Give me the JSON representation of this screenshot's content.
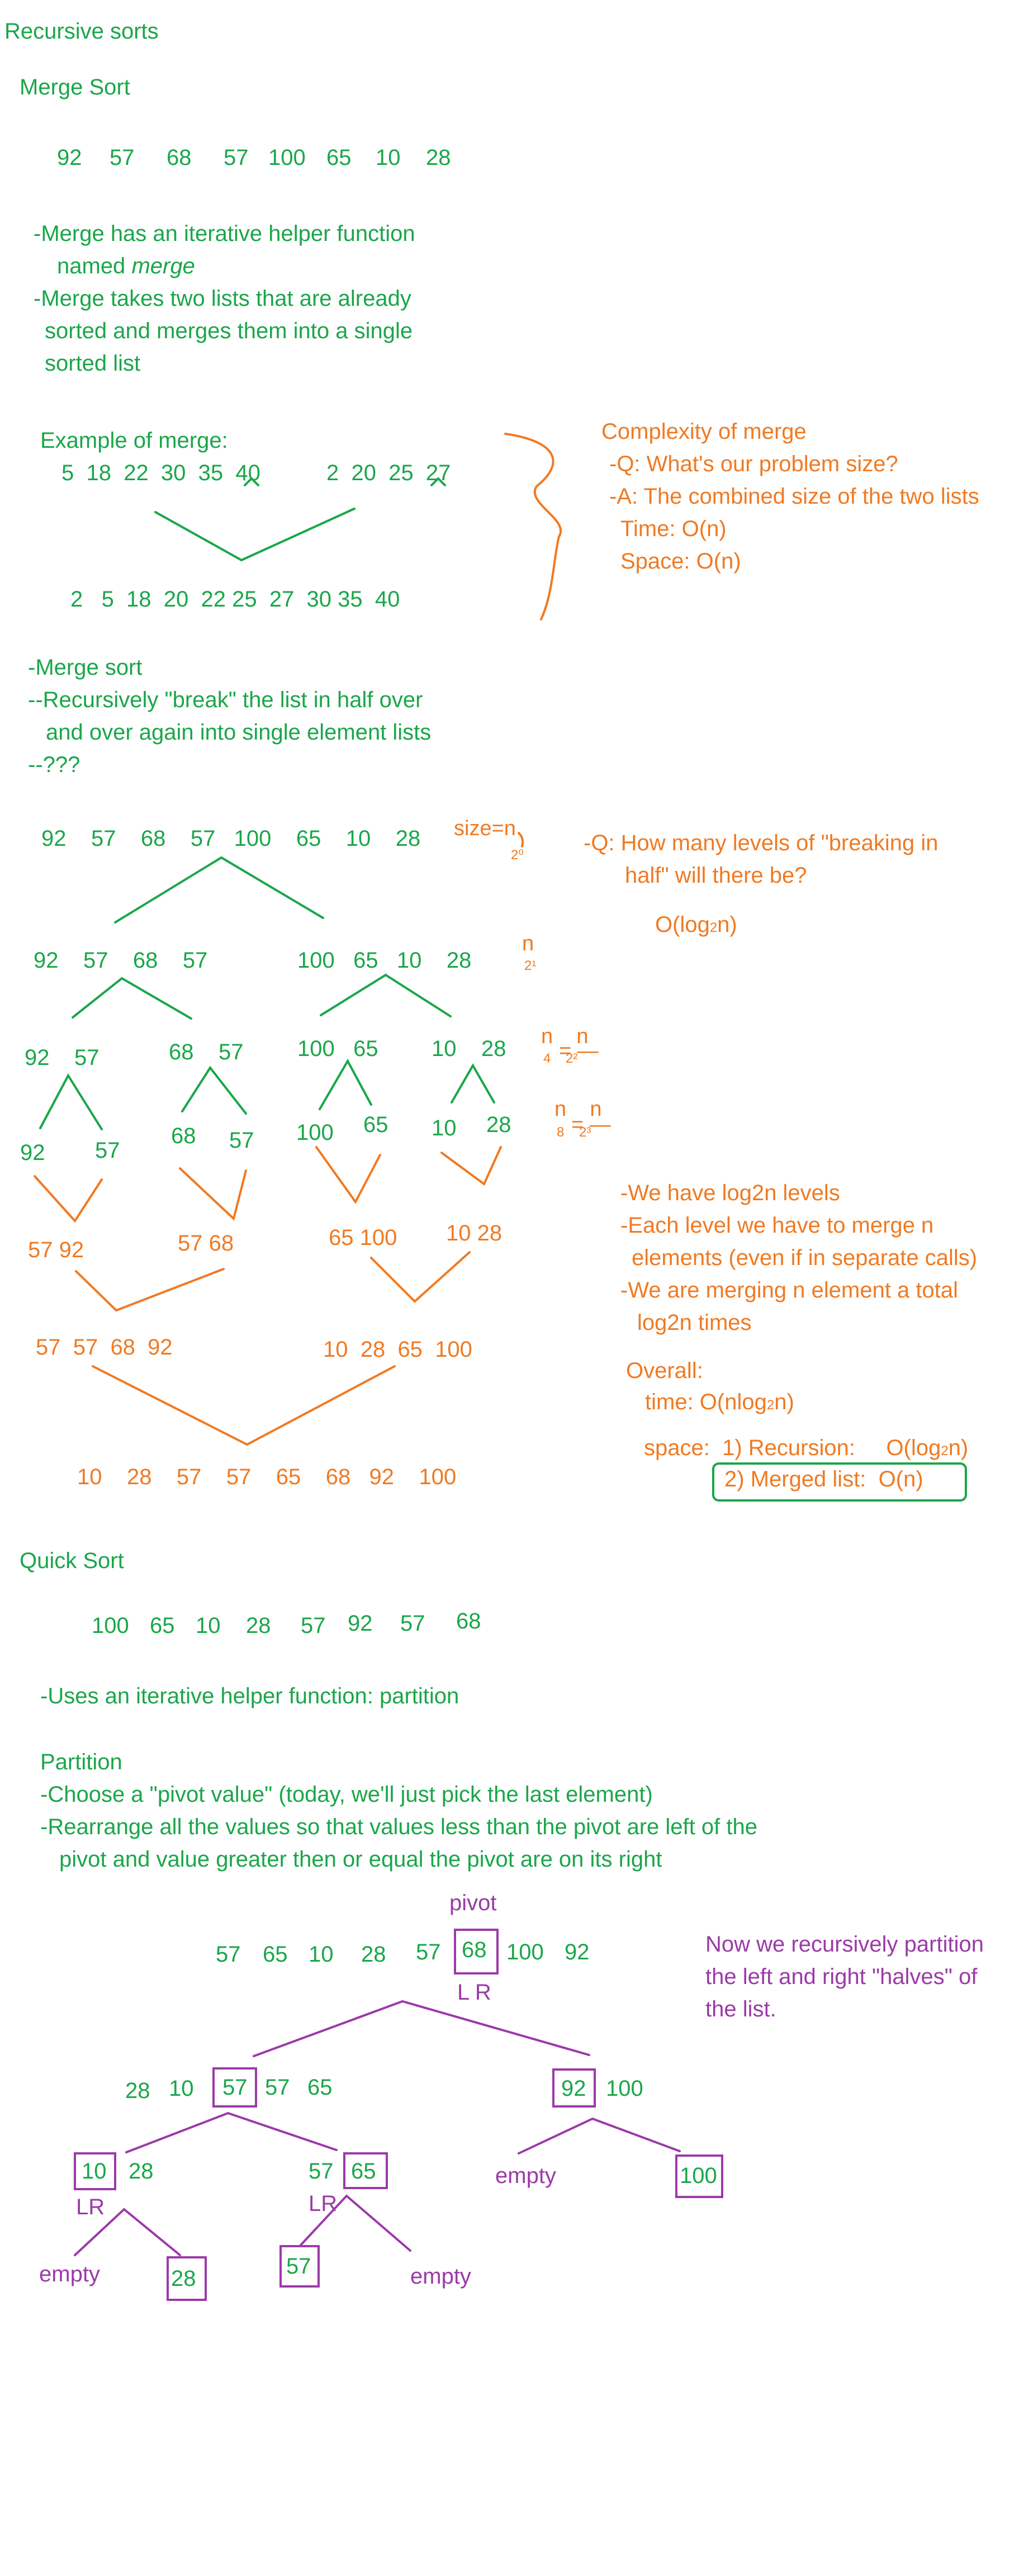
{
  "title": "Recursive sorts",
  "merge": {
    "heading": "Merge Sort",
    "array": [
      "92",
      "57",
      "68",
      "57",
      "100",
      "65",
      "10",
      "28"
    ],
    "notes": [
      "-Merge has an iterative helper function",
      "named",
      "merge",
      "-Merge takes two lists that are already",
      "sorted and merges them into a single",
      "sorted list"
    ],
    "example_title": "Example of merge:",
    "list_a": "5  18  22  30  35  40",
    "list_b": "2  20  25  27",
    "result": "2   5  18  20  22 25  27  30 35  40",
    "complexity": [
      "Complexity of merge",
      "-Q: What's our problem size?",
      "-A: The combined size of the two lists",
      "Time: O(n)",
      "Space: O(n)"
    ],
    "sort_notes": [
      "-Merge sort",
      "--Recursively \"break\" the list in half over",
      "and over again into single element lists",
      "--???"
    ],
    "tree": {
      "level0": "92    57    68    57   100    65    10    28",
      "size": "size=n",
      "size_den": "2⁰",
      "level1_left": "92    57    68    57",
      "level1_right": "100   65   10    28",
      "n2": "n",
      "n2den": "2¹",
      "level2": [
        "92    57",
        "68    57",
        "100   65",
        "10    28"
      ],
      "n4": "n    n",
      "n4b": "= —",
      "n4den": "4    2²",
      "level3": [
        "92",
        "57",
        "68",
        "57",
        "100",
        "65",
        "10",
        "28"
      ],
      "n8": "n    n",
      "n8b": "= —",
      "n8den": "8    2³",
      "merged2": [
        "57 92",
        "57 68",
        "65 100",
        "10 28"
      ],
      "merged4": [
        "57  57  68  92",
        "10  28  65  100"
      ],
      "merged8": "10    28    57    57    65    68   92    100"
    },
    "levels_q": [
      "-Q: How many levels of \"breaking in",
      "half\" will there be?"
    ],
    "levels_a": "O(log",
    "levels_a_sub": "2",
    "levels_a_end": "n)",
    "analysis": [
      "-We have log2n levels",
      "-Each level we have to merge n",
      "elements (even if in separate calls)",
      "-We are merging n element a total",
      "log2n times"
    ],
    "overall": "Overall:",
    "time": "time: O(nlog",
    "time_sub": "2",
    "time_end": "n)",
    "space": "space:  1) Recursion:     O(log",
    "space_sub": "2",
    "space_end": "n)",
    "merged_list": "2) Merged list:  O(n)"
  },
  "quick": {
    "heading": "Quick Sort",
    "array": [
      "100",
      "65",
      "10",
      "28",
      "57",
      "92",
      "57",
      "68"
    ],
    "helper": "-Uses an iterative helper function: partition",
    "partition_title": "Partition",
    "partition_notes": [
      "-Choose a \"pivot value\" (today, we'll just pick the last element)",
      "-Rearrange all the values so that values less than the pivot are left of the",
      "pivot and value greater then or equal the pivot are on its right"
    ],
    "pivot_label": "pivot",
    "row1": [
      "57",
      "65",
      "10",
      "28",
      "57"
    ],
    "pivot_value": "68",
    "row1_right": [
      "100",
      "92"
    ],
    "lr": "L R",
    "recurse_note": [
      "Now we recursively partition",
      "the left and right \"halves\" of",
      "the list."
    ],
    "left_part": [
      "28",
      "10"
    ],
    "left_pivot": "57",
    "left_rest": [
      "57",
      "65"
    ],
    "right_pivot": "92",
    "right_rest": "100",
    "ll_pivot": "10",
    "ll_rest": "28",
    "ll_lr": "LR",
    "lr_left": "57",
    "lr_pivot": "65",
    "lr_lr": "LR",
    "empty": "empty",
    "leaf_28": "28",
    "leaf_57": "57",
    "leaf_100": "100"
  }
}
